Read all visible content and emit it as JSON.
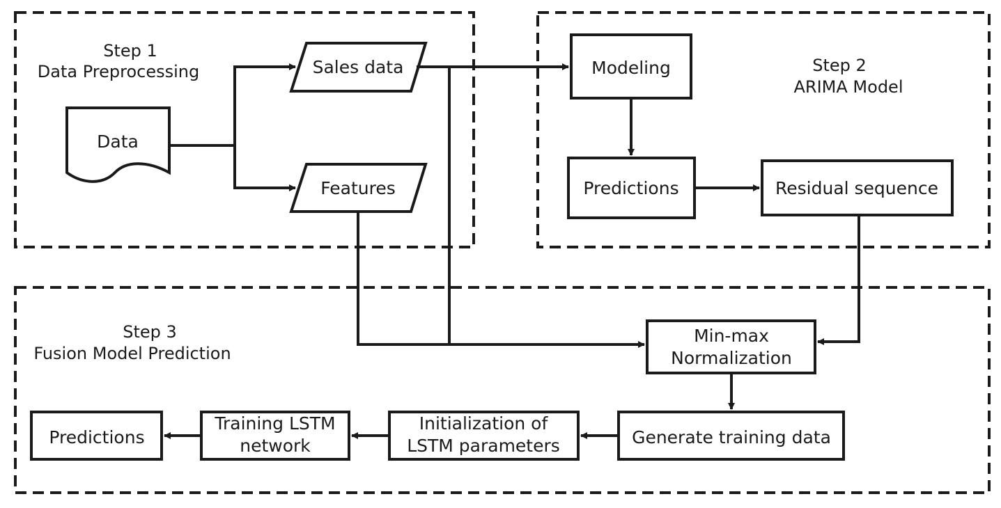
{
  "steps": {
    "step1": {
      "number": "Step 1",
      "title": "Data Preprocessing"
    },
    "step2": {
      "number": "Step 2",
      "title": "ARIMA Model"
    },
    "step3": {
      "number": "Step 3",
      "title": "Fusion Model Prediction"
    }
  },
  "nodes": {
    "data": "Data",
    "sales_data": "Sales data",
    "features": "Features",
    "modeling": "Modeling",
    "arima_predictions": "Predictions",
    "residual_sequence": "Residual sequence",
    "minmax_line1": "Min-max",
    "minmax_line2": "Normalization",
    "generate_training_data": "Generate training data",
    "init_line1": "Initialization of",
    "init_line2": "LSTM parameters",
    "training_line1": "Training LSTM",
    "training_line2": "network",
    "final_predictions": "Predictions"
  },
  "colors": {
    "stroke": "#1a1a1a",
    "background": "#ffffff"
  }
}
